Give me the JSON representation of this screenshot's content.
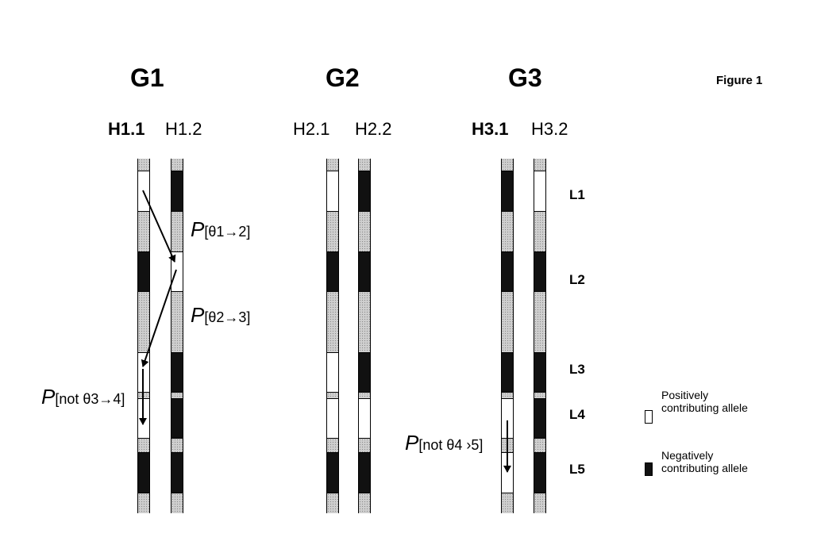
{
  "figure_label": "Figure 1",
  "groups": [
    {
      "label": "G1",
      "haplotypes": [
        {
          "label": "H1.1",
          "bold": true
        },
        {
          "label": "H1.2",
          "bold": false
        }
      ]
    },
    {
      "label": "G2",
      "haplotypes": [
        {
          "label": "H2.1",
          "bold": false
        },
        {
          "label": "H2.2",
          "bold": false
        }
      ]
    },
    {
      "label": "G3",
      "haplotypes": [
        {
          "label": "H3.1",
          "bold": true
        },
        {
          "label": "H3.2",
          "bold": false
        }
      ]
    }
  ],
  "loci": [
    "L1",
    "L2",
    "L3",
    "L4",
    "L5"
  ],
  "alleles": {
    "H1.1": [
      "positive",
      "negative",
      "positive",
      "positive",
      "negative"
    ],
    "H1.2": [
      "negative",
      "positive",
      "negative",
      "negative",
      "negative"
    ],
    "H2.1": [
      "positive",
      "negative",
      "positive",
      "positive",
      "negative"
    ],
    "H2.2": [
      "negative",
      "negative",
      "negative",
      "positive",
      "negative"
    ],
    "H3.1": [
      "negative",
      "negative",
      "negative",
      "positive",
      "positive"
    ],
    "H3.2": [
      "positive",
      "negative",
      "negative",
      "negative",
      "negative"
    ]
  },
  "probability_labels": {
    "theta_1_2": {
      "P": "P",
      "text": "[θ1→2]"
    },
    "theta_2_3": {
      "P": "P",
      "text": "[θ2→3]"
    },
    "not_theta_3_4": {
      "P": "P",
      "text": "[not θ3→4]"
    },
    "not_theta_4_5": {
      "P": "P",
      "text": "[not θ4 ›5]"
    }
  },
  "legend": {
    "positive": "Positively contributing allele",
    "negative": "Negatively contributing allele"
  },
  "colors": {
    "positive": "#ffffff",
    "negative": "#111111",
    "spacer": "#cfcfcf",
    "line": "#000000"
  }
}
